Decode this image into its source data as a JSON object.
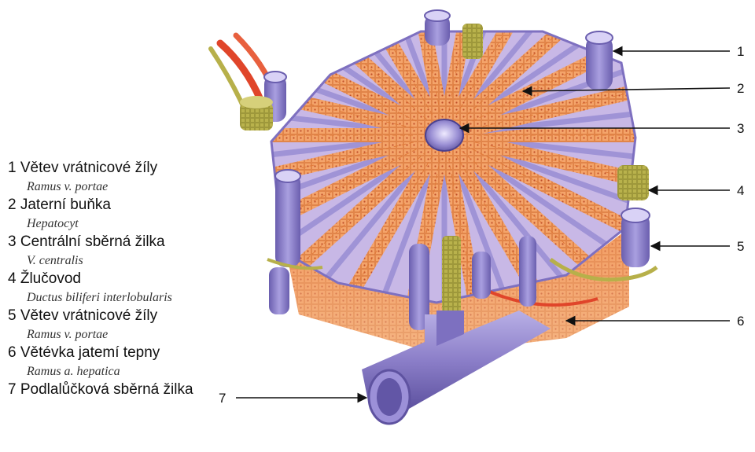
{
  "legend": [
    {
      "num": "1",
      "czech": "Větev vrátnicové žíly",
      "latin": "Ramus v. portae"
    },
    {
      "num": "2",
      "czech": "Jaterní buňka",
      "latin": "Hepatocyt"
    },
    {
      "num": "3",
      "czech": "Centrální sběrná žilka",
      "latin": "V. centralis"
    },
    {
      "num": "4",
      "czech": "Žlučovod",
      "latin": "Ductus biliferi interlobularis"
    },
    {
      "num": "5",
      "czech": "Větev vrátnicové žíly",
      "latin": "Ramus v. portae"
    },
    {
      "num": "6",
      "czech": "Větévka jatemí tepny",
      "latin": "Ramus a. hepatica"
    },
    {
      "num": "7",
      "czech": "Podlalůčková sběrná žilka",
      "latin": ""
    }
  ],
  "callouts": [
    "1",
    "2",
    "3",
    "4",
    "5",
    "6",
    "7"
  ],
  "colors": {
    "hepatocyte": "#f4a46a",
    "hepatocyte_dark": "#e07a3a",
    "sinusoid": "#a79ad6",
    "vein": "#8c7fc9",
    "vein_dark": "#5e52a0",
    "bile_duct": "#b7b04a",
    "artery": "#e0452a",
    "arrow": "#111111"
  }
}
